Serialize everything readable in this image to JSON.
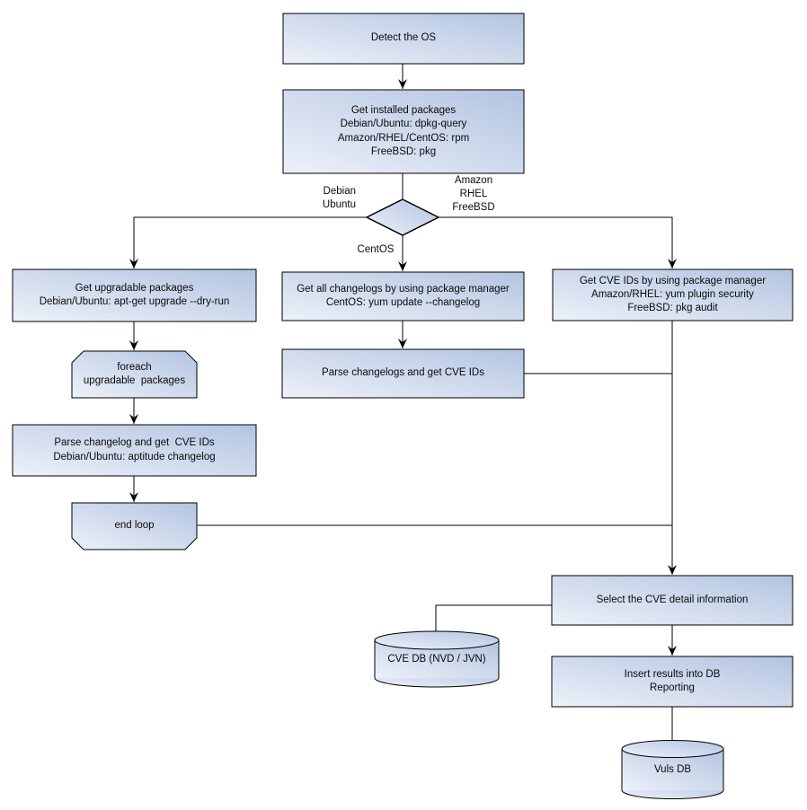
{
  "diagram": {
    "nodes": {
      "detect_os": "Detect the OS",
      "installed_packages": "Get installed packages\nDebian/Ubuntu: dpkg-query\nAmazon/RHEL/CentOS: rpm\nFreeBSD: pkg",
      "upgradable_packages": "Get upgradable packages\nDebian/Ubuntu: apt-get upgrade --dry-run",
      "foreach_loop": "foreach\nupgradable  packages",
      "parse_changelog": "Parse changelog and get  CVE IDs\nDebian/Ubuntu: aptitude changelog",
      "end_loop": "end loop",
      "get_changelogs": "Get all changelogs by using package manager\nCentOS: yum update --changelog",
      "parse_changelogs": "Parse changelogs and get CVE IDs",
      "get_cve_ids": "Get CVE IDs by using package manager\nAmazon/RHEL: yum plugin security\nFreeBSD: pkg audit",
      "select_cve_detail": "Select the CVE detail information",
      "insert_results": "Insert results into DB\nReporting",
      "cve_db": "CVE DB (NVD / JVN)",
      "vuls_db": "Vuls DB"
    },
    "edge_labels": {
      "debian_ubuntu": "Debian\nUbuntu",
      "amazon_rhel_freebsd": "Amazon\nRHEL\nFreeBSD",
      "centos": "CentOS"
    },
    "colors": {
      "fill_light": "#edf1f9",
      "fill_dark": "#b3c4e1",
      "stroke": "#000000",
      "background": "#ffffff"
    }
  }
}
